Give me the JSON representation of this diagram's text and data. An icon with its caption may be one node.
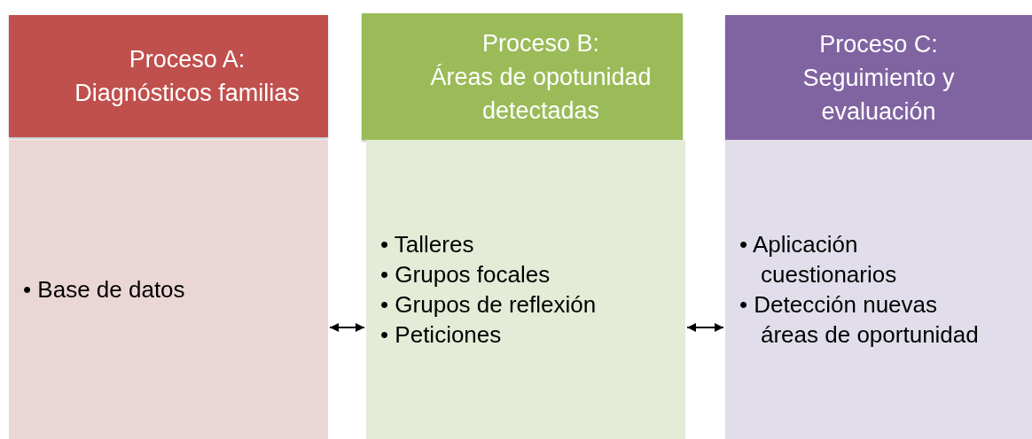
{
  "diagram": {
    "nodes": [
      {
        "text": [
          "Proceso A:",
          "Diagnósticos familias"
        ]
      },
      {
        "text": [
          "• Base de datos"
        ]
      },
      {
        "text": [
          "Proceso B:",
          "Áreas de opotunidad detectadas"
        ]
      },
      {
        "text": [
          "• Talleres",
          "• Grupos focales",
          "• Grupos de reflexión",
          "• Peticiones"
        ]
      },
      {
        "text": [
          "Proceso C:",
          "Seguimiento y evaluación"
        ]
      },
      {
        "text": [
          "• Aplicación cuestionarios",
          "• Detección nuevas áreas de oportunidad"
        ]
      }
    ],
    "edges": [
      {
        "from": 1,
        "to": 3,
        "arrow": "both"
      },
      {
        "from": 3,
        "to": 5,
        "arrow": "both"
      }
    ]
  }
}
